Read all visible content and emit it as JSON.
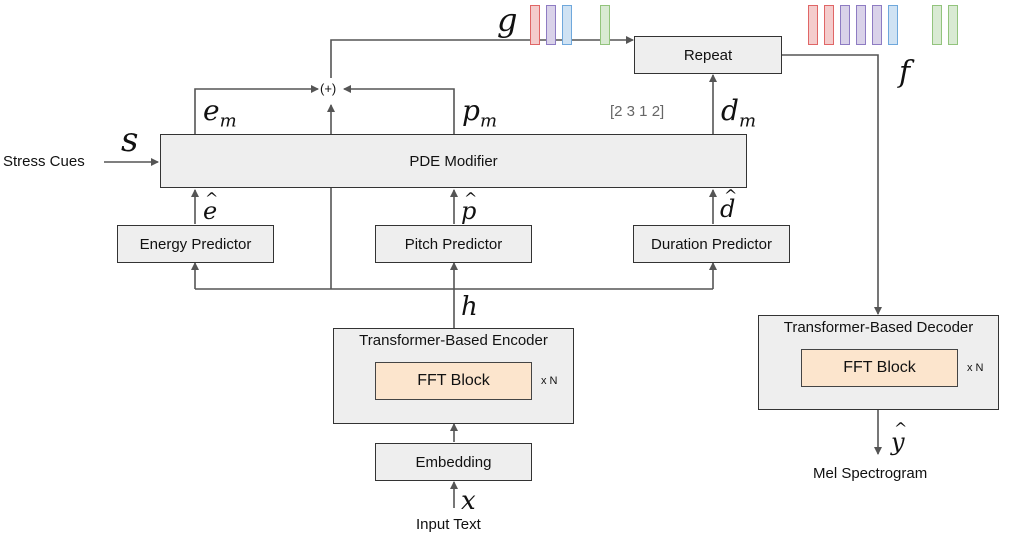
{
  "blocks": {
    "repeat": "Repeat",
    "pde_modifier": "PDE Modifier",
    "energy_predictor": "Energy Predictor",
    "pitch_predictor": "Pitch Predictor",
    "duration_predictor": "Duration Predictor",
    "encoder": "Transformer-Based Encoder",
    "encoder_fft": "FFT Block",
    "decoder": "Transformer-Based Decoder",
    "decoder_fft": "FFT Block",
    "embedding": "Embedding",
    "repeat_count": "x N"
  },
  "labels": {
    "stress_cues": "Stress Cues",
    "input_text": "Input Text",
    "mel_spectrogram": "Mel Spectrogram",
    "sum_node": "(+)",
    "durations": "[2 3 1 2]"
  },
  "symbols": {
    "s": "s",
    "g": "g",
    "f": "f",
    "e_m": "e",
    "e_m_sub": "m",
    "p_m": "p",
    "p_m_sub": "m",
    "d_m": "d",
    "d_m_sub": "m",
    "e_hat": "e",
    "p_hat": "p",
    "d_hat": "d",
    "h": "h",
    "x": "x",
    "y_hat": "y"
  },
  "frame_colors": {
    "pink": "#f4cccc",
    "pink_border": "#e06666",
    "purple": "#d9d2e9",
    "purple_border": "#8e7cc3",
    "blue": "#cfe2f3",
    "blue_border": "#6fa8dc",
    "green": "#d9ead3",
    "green_border": "#93c47d"
  }
}
